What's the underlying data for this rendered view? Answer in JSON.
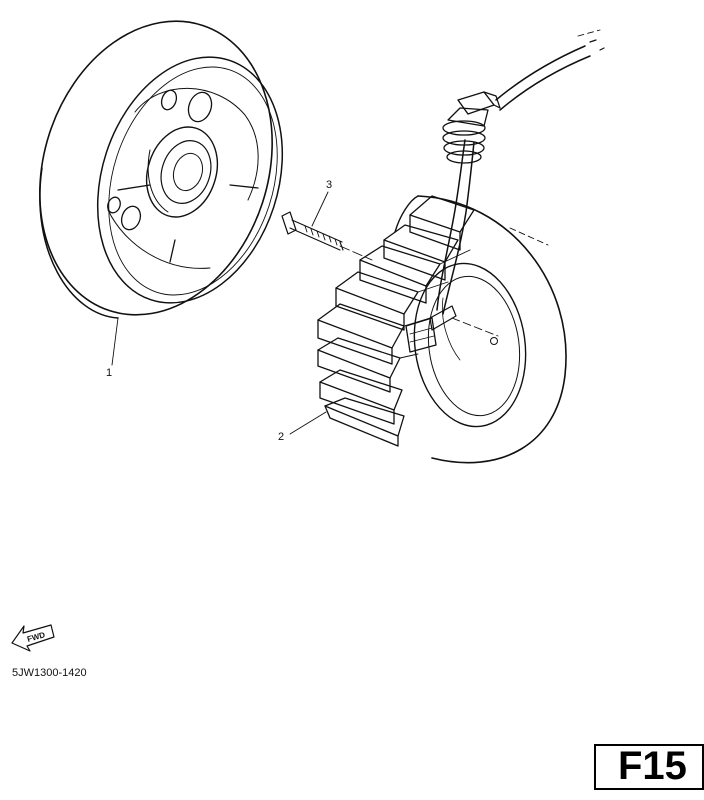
{
  "callouts": {
    "flywheel": "1",
    "stator": "2",
    "bolt": "3"
  },
  "fwd_label": "FWD",
  "reference_code": "5JW1300-1420",
  "page_tag": "F15",
  "icons": [
    "fwd-arrow-icon"
  ]
}
